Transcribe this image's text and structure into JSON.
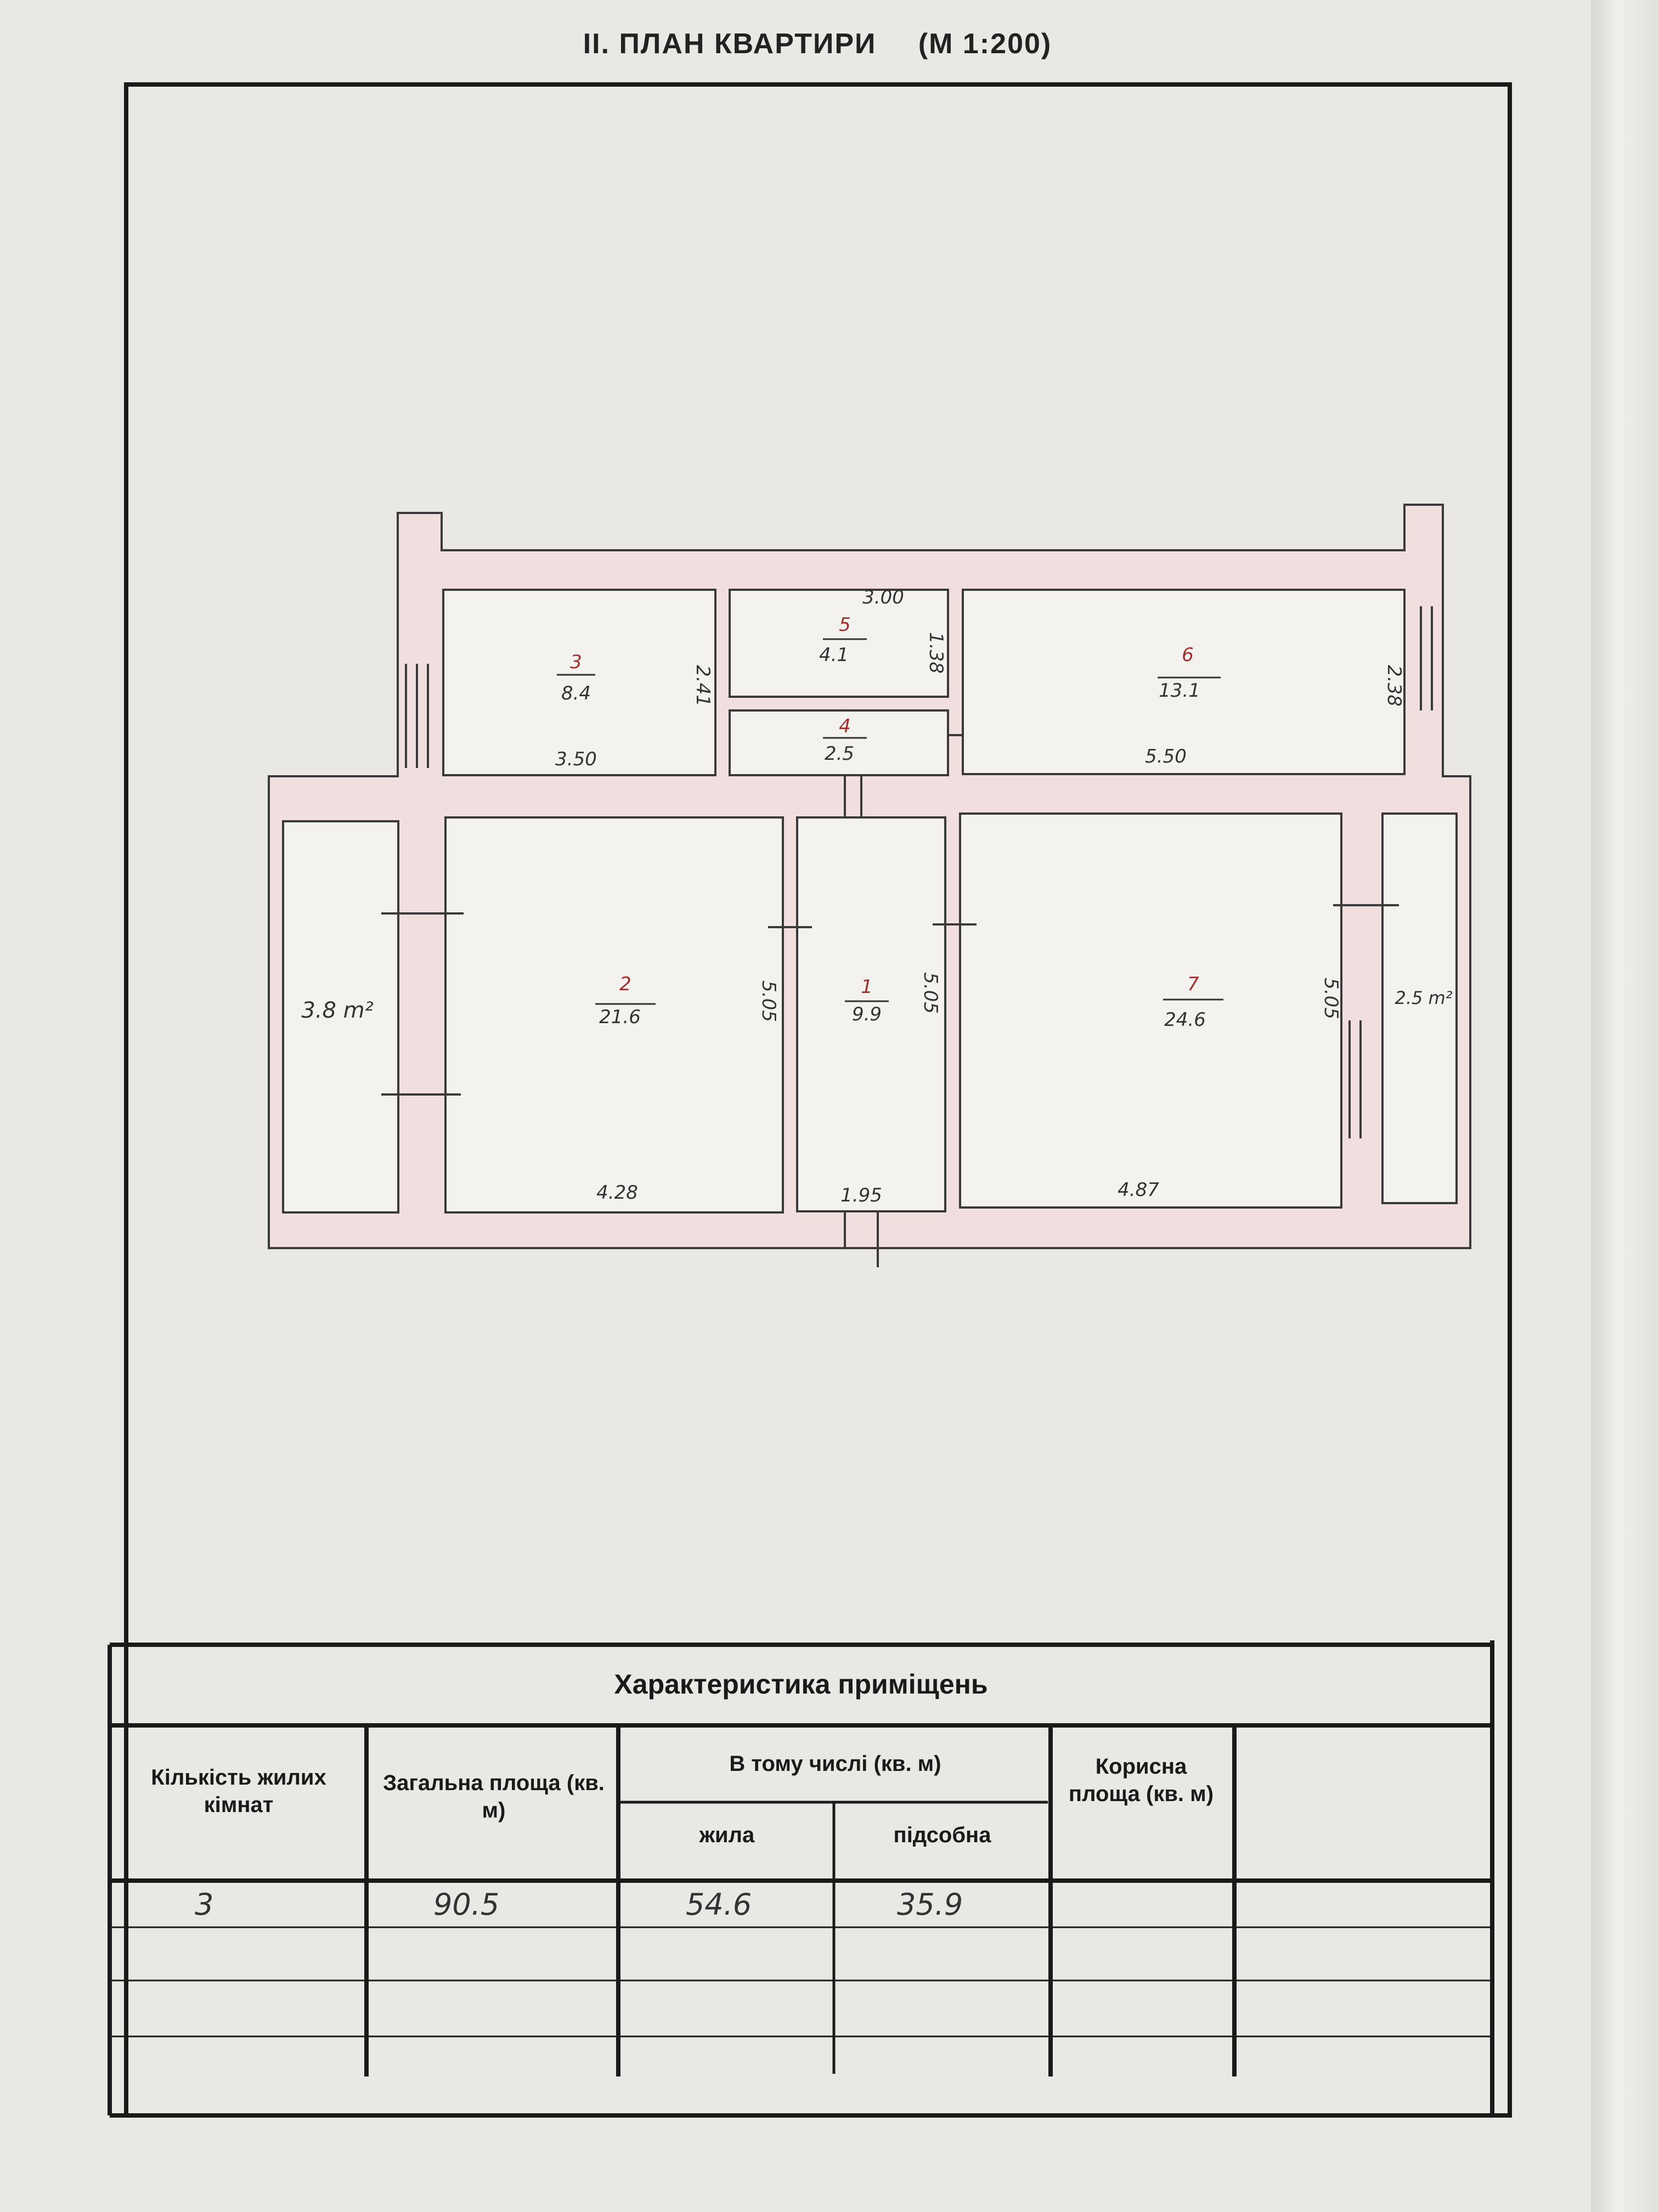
{
  "header": {
    "title": "II. ПЛАН КВАРТИРИ",
    "scale": "(М 1:200)"
  },
  "plan": {
    "rooms": [
      {
        "number": "1",
        "area": "9.9"
      },
      {
        "number": "2",
        "area": "21.6"
      },
      {
        "number": "3",
        "area": "8.4"
      },
      {
        "number": "4",
        "area": "2.5"
      },
      {
        "number": "5",
        "area": "4.1"
      },
      {
        "number": "6",
        "area": "13.1"
      },
      {
        "number": "7",
        "area": "24.6"
      }
    ],
    "dimensions": {
      "room3_width": "3.50",
      "room3_height": "2.41",
      "room5_width": "3.00",
      "room5_height": "1.38",
      "room6_width": "5.50",
      "room6_height": "2.38",
      "room2_width": "4.28",
      "room2_height": "5.05",
      "room1_width": "1.95",
      "room1_height": "5.05",
      "room7_width": "4.87",
      "room7_height": "5.05"
    },
    "balconies": {
      "left": "3.8 m²",
      "right": "2.5 m²"
    }
  },
  "table": {
    "title": "Характеристика приміщень",
    "headers": {
      "living_rooms": "Кількість жилих кімнат",
      "total_area": "Загальна площа (кв. м)",
      "including": "В тому числі (кв. м)",
      "living": "жила",
      "auxiliary": "підсобна",
      "useful_area": "Корисна площа (кв. м)"
    },
    "row": {
      "living_rooms": "3",
      "total_area": "90.5",
      "living": "54.6",
      "auxiliary": "35.9",
      "useful_area": ""
    }
  }
}
